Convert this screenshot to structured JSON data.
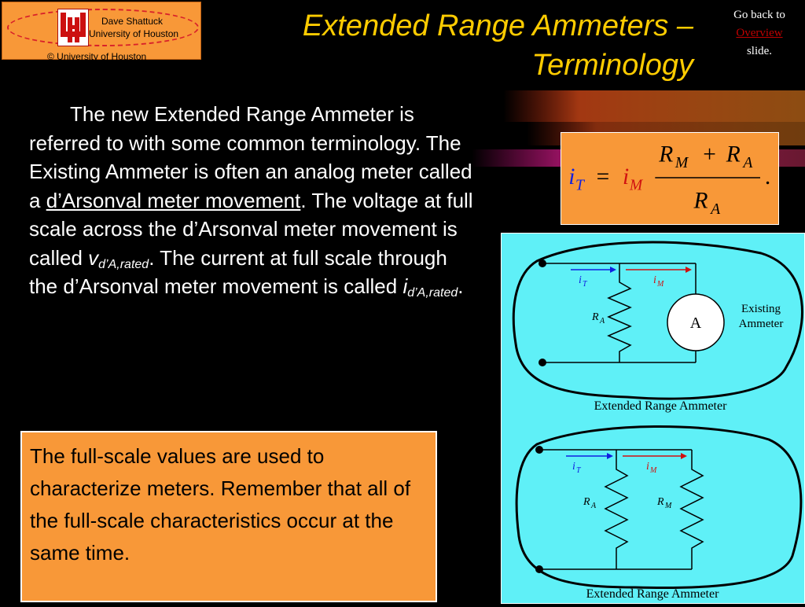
{
  "logo": {
    "line1": "Dave Shattuck",
    "line2": "University of Houston",
    "copyright": "© University of Houston"
  },
  "slide": {
    "title_line1": "Extended Range Ammeters –",
    "title_line2": "Terminology"
  },
  "nav": {
    "prefix": "Go back to",
    "link": "Overview",
    "suffix": "slide."
  },
  "body": {
    "part1": "The new Extended Range Ammeter is referred to with some common terminology.  The Existing Ammeter is often an analog meter called a ",
    "underlined": "d’Arsonval meter movement",
    "part2": ". The voltage at full scale across the d’Arsonval meter movement is called ",
    "v_symbol": "v",
    "v_sub": "d’A,rated",
    "part3": ".  The current at full scale through the d’Arsonval meter movement is called ",
    "i_symbol": "i",
    "i_sub": "d’A,rated",
    "part4": "."
  },
  "note": {
    "text": "The full-scale values are used to characterize meters.  Remember that all of the full-scale characteristics occur at the same time."
  },
  "formula": {
    "lhs": "i",
    "lhs_sub": "T",
    "equals": "=",
    "factor": "i",
    "factor_sub": "M",
    "num_r1": "R",
    "num_r1_sub": "M",
    "plus": "+",
    "num_r2": "R",
    "num_r2_sub": "A",
    "den": "R",
    "den_sub": "A",
    "period": "."
  },
  "circuit_top": {
    "iT": "i",
    "iT_sub": "T",
    "iM": "i",
    "iM_sub": "M",
    "RA": "R",
    "RA_sub": "A",
    "meter": "A",
    "existing_line1": "Existing",
    "existing_line2": "Ammeter",
    "caption": "Extended Range Ammeter"
  },
  "circuit_bottom": {
    "iT": "i",
    "iT_sub": "T",
    "iM": "i",
    "iM_sub": "M",
    "RA": "R",
    "RA_sub": "A",
    "RM": "R",
    "RM_sub": "M",
    "caption": "Extended Range Ammeter"
  },
  "colors": {
    "title": "#ffcc00",
    "box_orange": "#f89838",
    "panel_cyan": "#5ff0f7",
    "current_T": "#1020e0",
    "current_M": "#d01010"
  }
}
